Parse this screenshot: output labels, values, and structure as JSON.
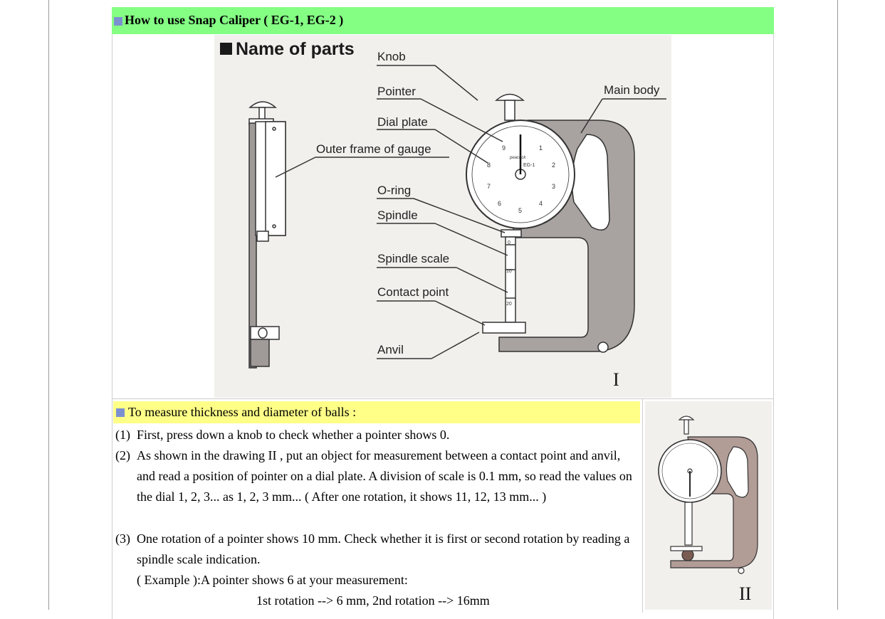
{
  "header": {
    "title": "How to use Snap Caliper ( EG-1, EG-2 )"
  },
  "figure1": {
    "heading": "Name of parts",
    "labels": {
      "knob": "Knob",
      "pointer": "Pointer",
      "dial_plate": "Dial plate",
      "outer_frame": "Outer frame of gauge",
      "o_ring": "O-ring",
      "spindle": "Spindle",
      "spindle_scale": "Spindle scale",
      "contact_point": "Contact point",
      "anvil": "Anvil",
      "main_body": "Main body"
    },
    "dial_brand": "peacock",
    "dial_model": "EG-1",
    "dial_numbers": [
      "9",
      "1",
      "8",
      "2",
      "7",
      "3",
      "6",
      "4",
      "5"
    ],
    "spindle_marks": [
      "0",
      "10",
      "20"
    ],
    "roman": "I"
  },
  "section": {
    "title": "To measure thickness and diameter of balls :",
    "steps": [
      {
        "num": "(1)",
        "text": "First, press down a knob to check whether a pointer shows 0."
      },
      {
        "num": "(2)",
        "text": "As shown in the drawing II , put an object for measurement between a contact point and anvil, and read a position of pointer on a dial plate. A division of scale is 0.1 mm, so read the values on the dial 1, 2, 3... as 1, 2, 3 mm... ( After one rotation, it shows 11, 12, 13 mm... )"
      },
      {
        "num": "(3)",
        "text": "One rotation of a pointer shows 10 mm. Check whether it is first or second rotation by reading a spindle scale indication."
      }
    ],
    "example": "( Example ):A pointer shows 6 at your measurement:",
    "example_result": "1st rotation --> 6 mm, 2nd rotation --> 16mm"
  },
  "figure2": {
    "roman": "II"
  }
}
